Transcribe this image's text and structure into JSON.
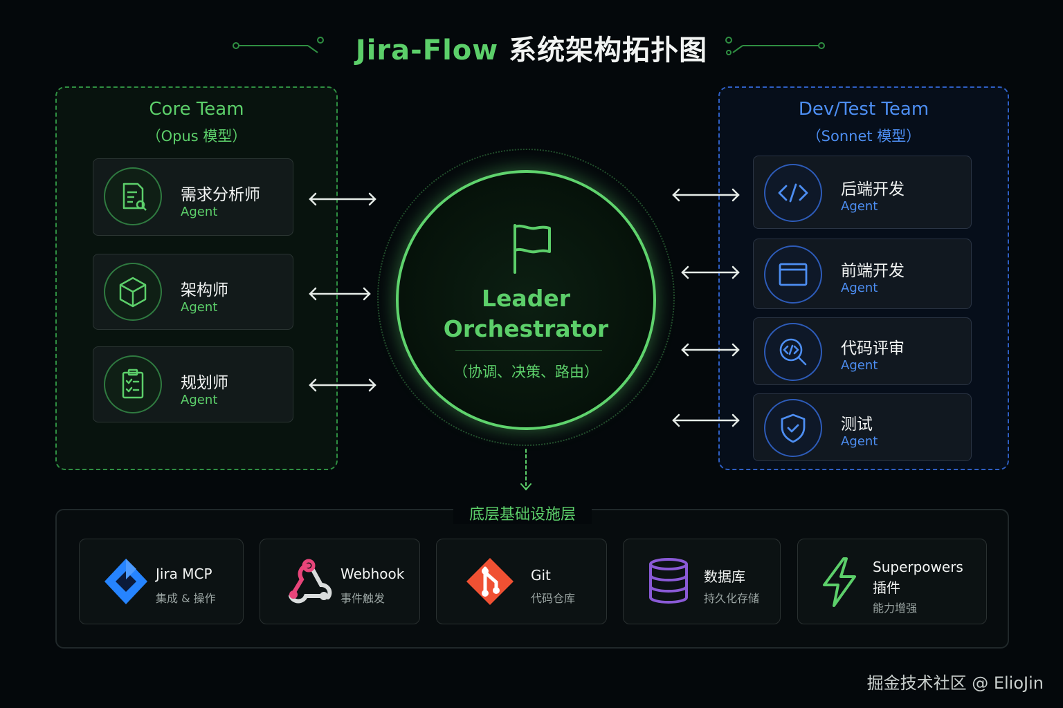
{
  "title": {
    "en": "Jira-Flow",
    "zh": "系统架构拓扑图"
  },
  "core_team": {
    "title": "Core Team",
    "subtitle": "（Opus 模型）",
    "agents": [
      {
        "name": "需求分析师",
        "role": "Agent",
        "icon": "requirements-search-icon"
      },
      {
        "name": "架构师",
        "role": "Agent",
        "icon": "cube-icon"
      },
      {
        "name": "规划师",
        "role": "Agent",
        "icon": "checklist-clipboard-icon"
      }
    ]
  },
  "dev_team": {
    "title": "Dev/Test Team",
    "subtitle": "（Sonnet 模型）",
    "agents": [
      {
        "name": "后端开发",
        "role": "Agent",
        "icon": "code-icon"
      },
      {
        "name": "前端开发",
        "role": "Agent",
        "icon": "browser-window-icon"
      },
      {
        "name": "代码评审",
        "role": "Agent",
        "icon": "code-review-icon"
      },
      {
        "name": "测试",
        "role": "Agent",
        "icon": "shield-check-icon"
      }
    ]
  },
  "leader": {
    "line1": "Leader",
    "line2": "Orchestrator",
    "description": "（协调、决策、路由）",
    "icon": "flag-icon"
  },
  "infrastructure": {
    "title": "底层基础设施层",
    "items": [
      {
        "name": "Jira MCP",
        "desc": "集成 & 操作",
        "icon": "jira-logo-icon"
      },
      {
        "name": "Webhook",
        "desc": "事件触发",
        "icon": "webhook-icon"
      },
      {
        "name": "Git",
        "desc": "代码仓库",
        "icon": "git-logo-icon"
      },
      {
        "name": "数据库",
        "desc": "持久化存储",
        "icon": "database-icon"
      },
      {
        "name": "Superpowers",
        "name2": "插件",
        "desc": "能力增强",
        "icon": "lightning-icon"
      }
    ]
  },
  "colors": {
    "green": "#5ccf6a",
    "blue": "#4d8ef2",
    "background": "#04080b"
  },
  "watermark": "掘金技术社区 @ ElioJin"
}
